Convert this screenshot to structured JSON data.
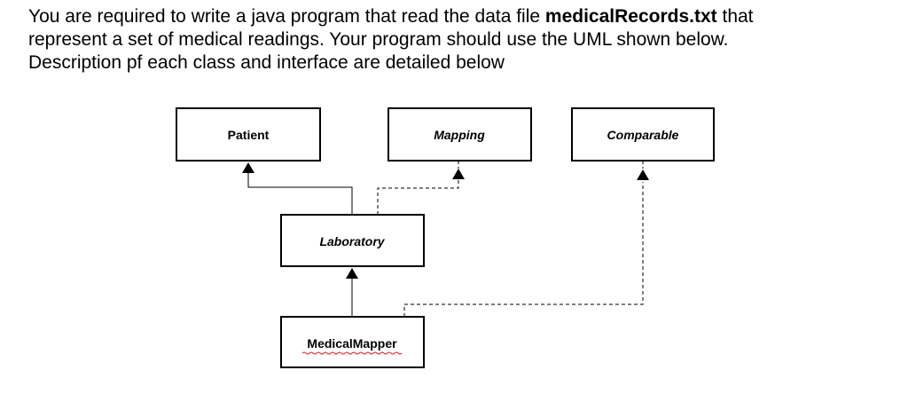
{
  "intro": {
    "line1_prefix": "You are required to write a java program that read the data file ",
    "filename": "medicalRecords.txt",
    "line1_suffix": " that",
    "line2": "represent a set of medical readings.  Your program should use the UML shown below.",
    "line3": "Description pf each class and interface are detailed below"
  },
  "diagram": {
    "classes": {
      "patient": "Patient",
      "mapping": "Mapping",
      "comparable": "Comparable",
      "laboratory": "Laboratory",
      "medical_mapper": "MedicalMapper"
    },
    "colors": {
      "stroke": "#000000",
      "spellcheck_underline": "#d02020"
    }
  }
}
